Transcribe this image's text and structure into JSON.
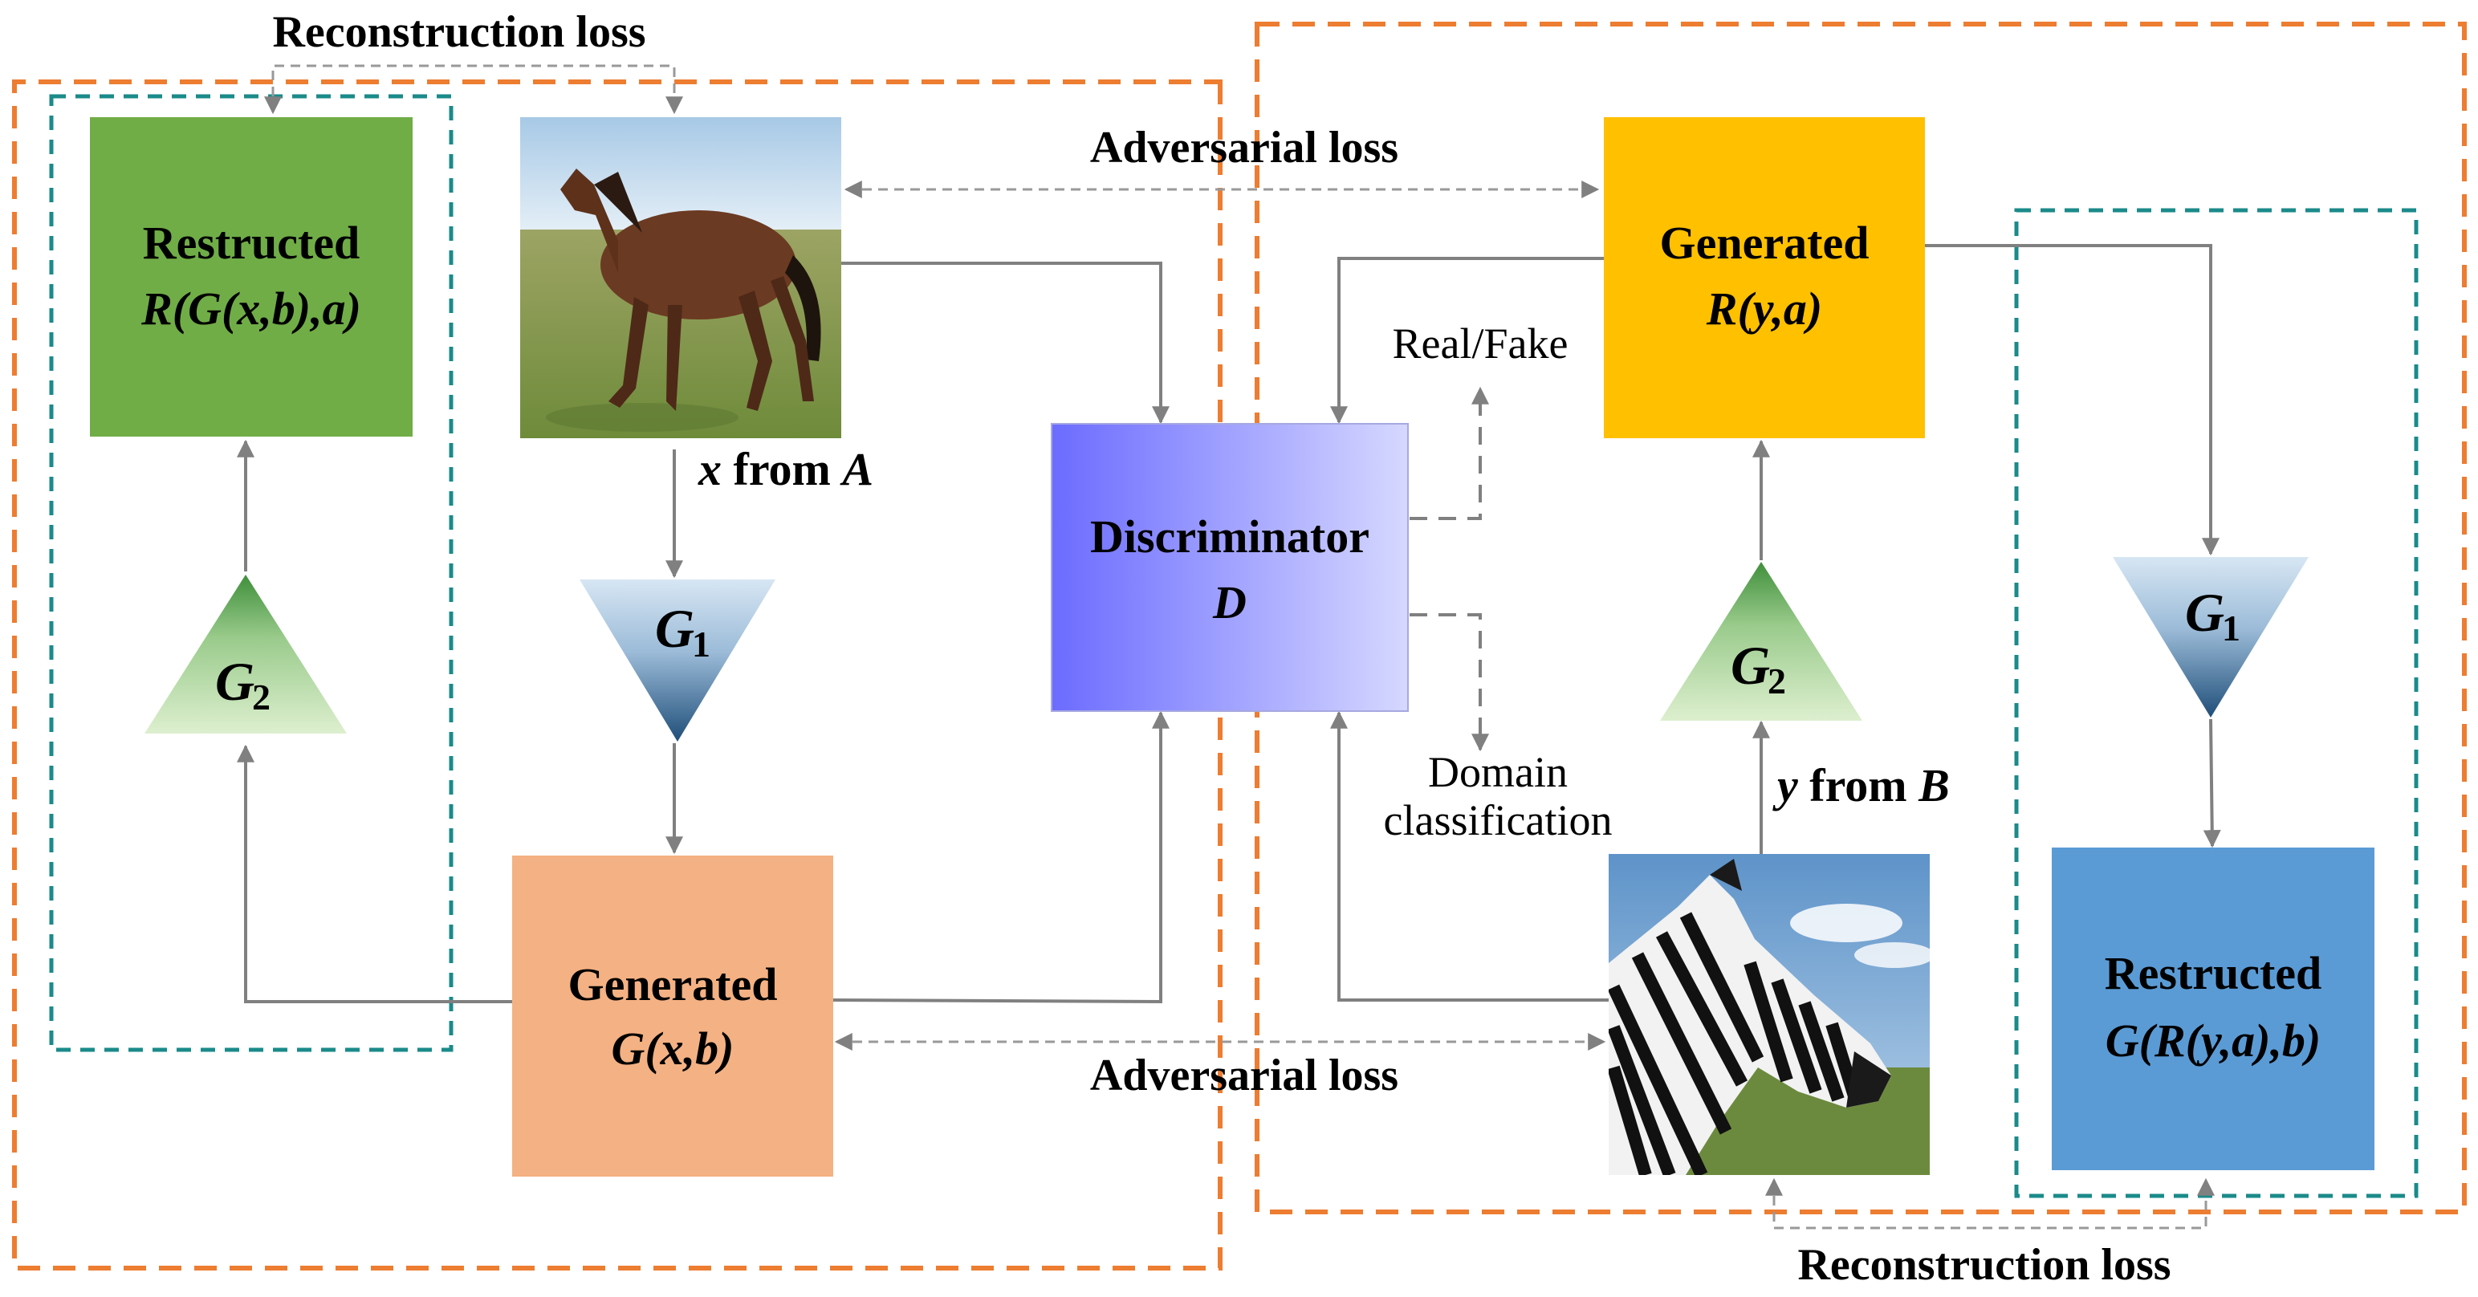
{
  "labels": {
    "reconstruction_loss_top": "Reconstruction loss",
    "reconstruction_loss_bottom": "Reconstruction loss",
    "adversarial_loss_top": "Adversarial loss",
    "adversarial_loss_bottom": "Adversarial loss",
    "real_fake": "Real/Fake",
    "domain_line1": "Domain",
    "domain_line2": "classification"
  },
  "nodes": {
    "restructed_left": {
      "title": "Restructed",
      "formula": "R(G(x,b),a)",
      "color": "#70AD47"
    },
    "generated_left": {
      "title": "Generated",
      "formula": "G(x,b)",
      "color": "#F4B183"
    },
    "generated_right": {
      "title": "Generated",
      "formula": "R(y,a)",
      "color": "#FFC000"
    },
    "restructed_right": {
      "title": "Restructed",
      "formula": "G(R(y,a),b)",
      "color": "#5B9BD5"
    },
    "discriminator": {
      "title": "Discriminator",
      "symbol": "D",
      "gradient_start": "#6B6BFF",
      "gradient_end": "#D6D8FF"
    },
    "g1_left": {
      "symbol": "G",
      "sub": "1"
    },
    "g2_left": {
      "symbol": "G",
      "sub": "2"
    },
    "g1_right": {
      "symbol": "G",
      "sub": "1"
    },
    "g2_right": {
      "symbol": "G",
      "sub": "2"
    }
  },
  "inputs": {
    "x_var": "x",
    "x_from": "from",
    "x_domain": "A",
    "y_var": "y",
    "y_from": "from",
    "y_domain": "B"
  },
  "colors": {
    "orange_dash": "#ED7D31",
    "teal_dash": "#1B8A8A",
    "arrow": "#808080"
  }
}
